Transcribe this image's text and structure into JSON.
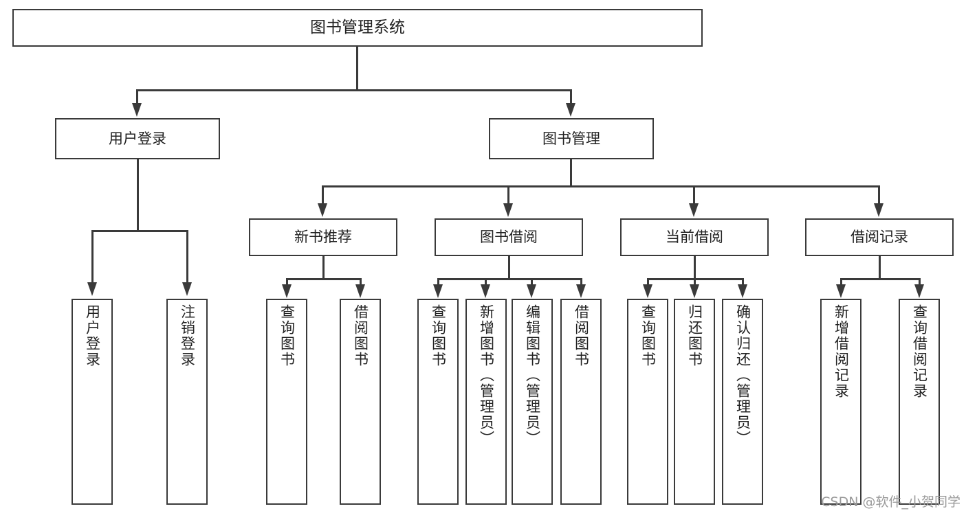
{
  "diagram": {
    "title": "图书管理系统",
    "type": "tree",
    "root": {
      "label": "图书管理系统"
    },
    "level2": [
      {
        "label": "用户登录"
      },
      {
        "label": "图书管理"
      }
    ],
    "level3": [
      {
        "label": "新书推荐"
      },
      {
        "label": "图书借阅"
      },
      {
        "label": "当前借阅"
      },
      {
        "label": "借阅记录"
      }
    ],
    "leaves": {
      "user_login": [
        {
          "label": "用户登录"
        },
        {
          "label": "注销登录"
        }
      ],
      "new_book_recommend": [
        {
          "label": "查询图书"
        },
        {
          "label": "借阅图书"
        }
      ],
      "book_borrow": [
        {
          "label": "查询图书"
        },
        {
          "label": "新增图书（管理员）"
        },
        {
          "label": "编辑图书（管理员）"
        },
        {
          "label": "借阅图书"
        }
      ],
      "current_borrow": [
        {
          "label": "查询图书"
        },
        {
          "label": "归还图书"
        },
        {
          "label": "确认归还（管理员）"
        }
      ],
      "borrow_record": [
        {
          "label": "新增借阅记录"
        },
        {
          "label": "查询借阅记录"
        }
      ]
    }
  },
  "watermark": {
    "text": "CSDN @软件_小贺同学"
  },
  "colors": {
    "stroke": "#3a3a3a",
    "fill": "#ffffff",
    "text": "#222222",
    "watermark": "#9a9a9a"
  }
}
